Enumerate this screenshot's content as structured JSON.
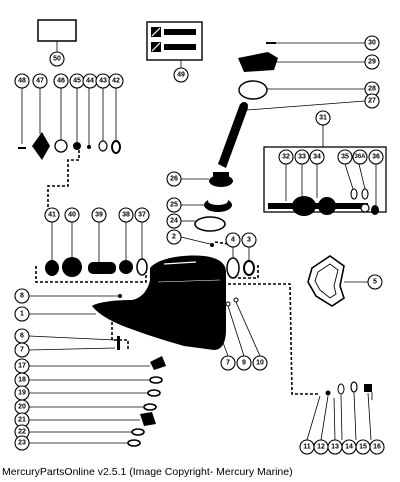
{
  "caption": "MercuryPartsOnline v2.5.1 (Image Copyright- Mercury Marine)",
  "callouts": {
    "c1": "1",
    "c2": "2",
    "c3": "3",
    "c4": "4",
    "c5": "5",
    "c6": "6",
    "c7a": "7",
    "c7b": "7",
    "c8": "8",
    "c9": "9",
    "c10": "10",
    "c11": "11",
    "c12": "12",
    "c13": "13",
    "c14": "14",
    "c15": "15",
    "c16": "16",
    "c17": "17",
    "c18": "18",
    "c19": "19",
    "c20": "20",
    "c21": "21",
    "c22": "22",
    "c23": "23",
    "c24": "24",
    "c25": "25",
    "c26": "26",
    "c27": "27",
    "c28": "28",
    "c29": "29",
    "c30": "30",
    "c31": "31",
    "c32": "32",
    "c33": "33",
    "c34": "34",
    "c35": "35",
    "c36a": "36A",
    "c36": "36",
    "c37": "37",
    "c38": "38",
    "c39": "39",
    "c40": "40",
    "c41": "41",
    "c42": "42",
    "c43": "43",
    "c44": "44",
    "c45": "45",
    "c46": "46",
    "c47": "47",
    "c48": "48",
    "c49": "49",
    "c50": "50"
  }
}
